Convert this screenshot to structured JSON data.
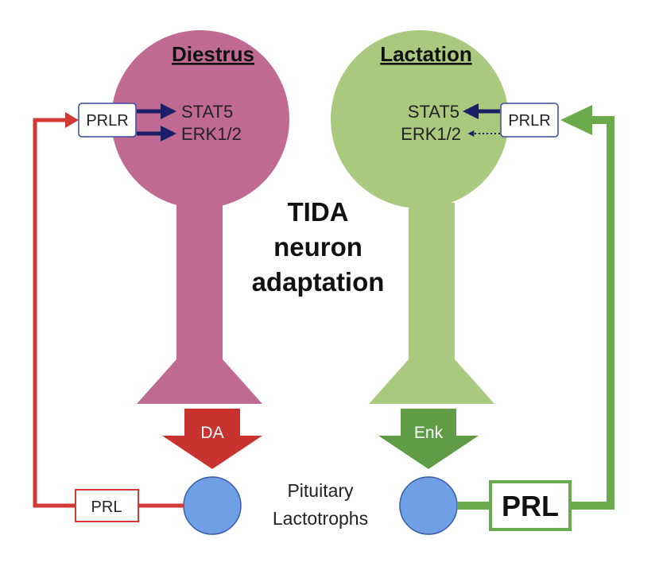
{
  "left": {
    "title": "Diestrus",
    "receptor": "PRLR",
    "signal_1": "STAT5",
    "signal_2": "ERK1/2",
    "output": "DA",
    "hormone": "PRL",
    "neuron_color": "#c06a93",
    "output_color": "#c8332f",
    "loop_color": "#d03a35"
  },
  "right": {
    "title": "Lactation",
    "receptor": "PRLR",
    "signal_1": "STAT5",
    "signal_2": "ERK1/2",
    "output": "Enk",
    "hormone": "PRL",
    "neuron_color": "#a9c97e",
    "output_color": "#5f9c45",
    "loop_color": "#6aaa4c"
  },
  "center": {
    "line_1": "TIDA",
    "line_2": "neuron",
    "line_3": "adaptation"
  },
  "pituitary": {
    "line_1": "Pituitary",
    "line_2": "Lactotrophs",
    "cell_color": "#6fa0e6"
  },
  "signal_arrow_color": "#1d1f66"
}
